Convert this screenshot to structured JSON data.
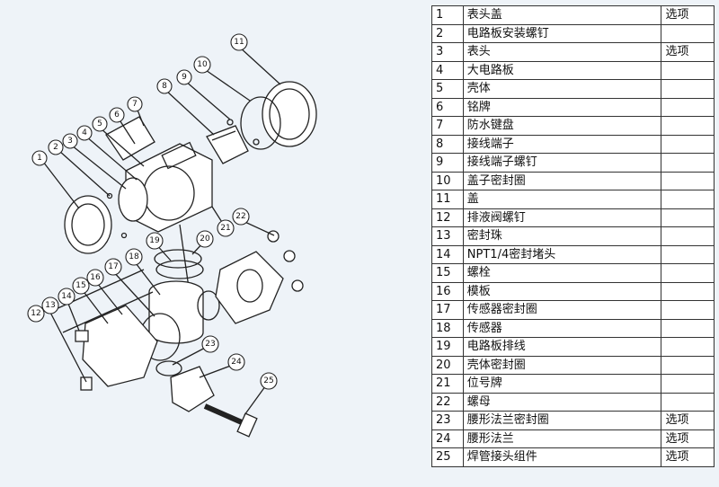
{
  "parts": [
    {
      "no": "1",
      "name": "表头盖",
      "option": "选项"
    },
    {
      "no": "2",
      "name": "电路板安装螺钉",
      "option": ""
    },
    {
      "no": "3",
      "name": "表头",
      "option": "选项"
    },
    {
      "no": "4",
      "name": "大电路板",
      "option": ""
    },
    {
      "no": "5",
      "name": "壳体",
      "option": ""
    },
    {
      "no": "6",
      "name": "铭牌",
      "option": ""
    },
    {
      "no": "7",
      "name": "防水键盘",
      "option": ""
    },
    {
      "no": "8",
      "name": "接线端子",
      "option": ""
    },
    {
      "no": "9",
      "name": "接线端子螺钉",
      "option": ""
    },
    {
      "no": "10",
      "name": "盖子密封圈",
      "option": ""
    },
    {
      "no": "11",
      "name": "盖",
      "option": ""
    },
    {
      "no": "12",
      "name": "排液阀螺钉",
      "option": ""
    },
    {
      "no": "13",
      "name": "密封珠",
      "option": ""
    },
    {
      "no": "14",
      "name": "NPT1/4密封堵头",
      "option": ""
    },
    {
      "no": "15",
      "name": "螺栓",
      "option": ""
    },
    {
      "no": "16",
      "name": "模板",
      "option": ""
    },
    {
      "no": "17",
      "name": "传感器密封圈",
      "option": ""
    },
    {
      "no": "18",
      "name": "传感器",
      "option": ""
    },
    {
      "no": "19",
      "name": "电路板排线",
      "option": ""
    },
    {
      "no": "20",
      "name": "壳体密封圈",
      "option": ""
    },
    {
      "no": "21",
      "name": "位号牌",
      "option": ""
    },
    {
      "no": "22",
      "name": "螺母",
      "option": ""
    },
    {
      "no": "23",
      "name": "腰形法兰密封圈",
      "option": "选项"
    },
    {
      "no": "24",
      "name": "腰形法兰",
      "option": "选项"
    },
    {
      "no": "25",
      "name": "焊管接头组件",
      "option": "选项"
    }
  ],
  "callouts": [
    "1",
    "2",
    "3",
    "4",
    "5",
    "6",
    "7",
    "8",
    "9",
    "10",
    "11",
    "12",
    "13",
    "14",
    "15",
    "16",
    "17",
    "18",
    "19",
    "20",
    "21",
    "22",
    "23",
    "24",
    "25"
  ]
}
